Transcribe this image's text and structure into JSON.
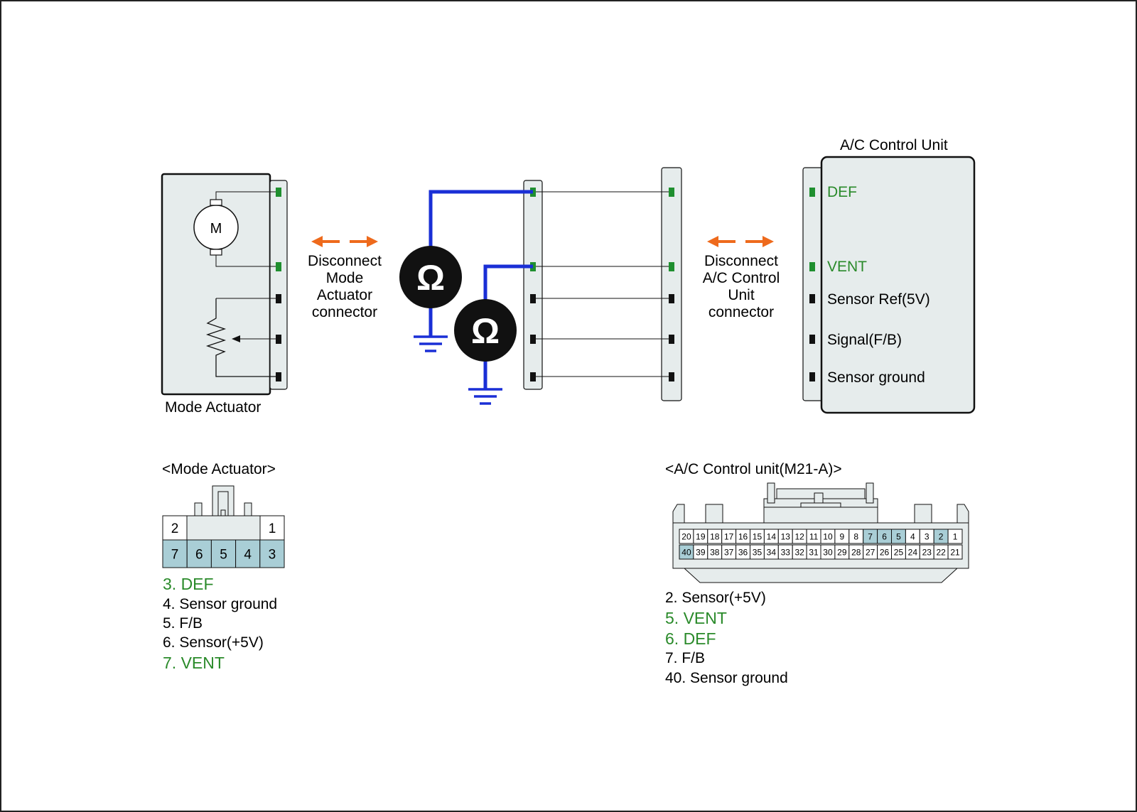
{
  "mode_actuator": {
    "label": "Mode Actuator",
    "motor_symbol": "M"
  },
  "ac_unit": {
    "title": "A/C Control Unit",
    "pins": [
      {
        "label": "DEF",
        "highlight": true
      },
      {
        "label": "VENT",
        "highlight": true
      },
      {
        "label": "Sensor Ref(5V)",
        "highlight": false
      },
      {
        "label": "Signal(F/B)",
        "highlight": false
      },
      {
        "label": "Sensor ground",
        "highlight": false
      }
    ]
  },
  "disconnect_left": [
    "Disconnect",
    "Mode",
    "Actuator",
    "connector"
  ],
  "disconnect_right": [
    "Disconnect",
    "A/C Control",
    "Unit",
    "connector"
  ],
  "ohm_symbol": "Ω",
  "mode_connector": {
    "title": "<Mode Actuator>",
    "top_pins": [
      "2",
      "1"
    ],
    "bottom_pins": [
      {
        "num": "7",
        "highlight": true
      },
      {
        "num": "6",
        "highlight": true
      },
      {
        "num": "5",
        "highlight": true
      },
      {
        "num": "4",
        "highlight": true
      },
      {
        "num": "3",
        "highlight": true
      }
    ],
    "legend": [
      {
        "text": "3. DEF",
        "highlight": true
      },
      {
        "text": "4. Sensor ground",
        "highlight": false
      },
      {
        "text": "5. F/B",
        "highlight": false
      },
      {
        "text": "6. Sensor(+5V)",
        "highlight": false
      },
      {
        "text": "7. VENT",
        "highlight": true
      }
    ]
  },
  "ac_connector": {
    "title": "<A/C Control unit(M21-A)>",
    "row1": [
      "20",
      "19",
      "18",
      "17",
      "16",
      "15",
      "14",
      "13",
      "12",
      "11",
      "10",
      "9",
      "8",
      "7",
      "6",
      "5",
      "4",
      "3",
      "2",
      "1"
    ],
    "row2": [
      "40",
      "39",
      "38",
      "37",
      "36",
      "35",
      "34",
      "33",
      "32",
      "31",
      "30",
      "29",
      "28",
      "27",
      "26",
      "25",
      "24",
      "23",
      "22",
      "21"
    ],
    "highlighted": [
      "7",
      "6",
      "5",
      "2",
      "40"
    ],
    "legend": [
      {
        "text": "2. Sensor(+5V)",
        "highlight": false
      },
      {
        "text": "5. VENT",
        "highlight": true
      },
      {
        "text": "6. DEF",
        "highlight": true
      },
      {
        "text": "7. F/B",
        "highlight": false
      },
      {
        "text": "40. Sensor ground",
        "highlight": false
      }
    ]
  },
  "colors": {
    "accent_green": "#2a8a2a",
    "pin_green": "#1f8f2f",
    "probe_blue": "#1a2fd6",
    "arrow_orange": "#ee6a1c",
    "panel_fill": "#e6ecec",
    "pin_highlight": "#a9ced6"
  }
}
